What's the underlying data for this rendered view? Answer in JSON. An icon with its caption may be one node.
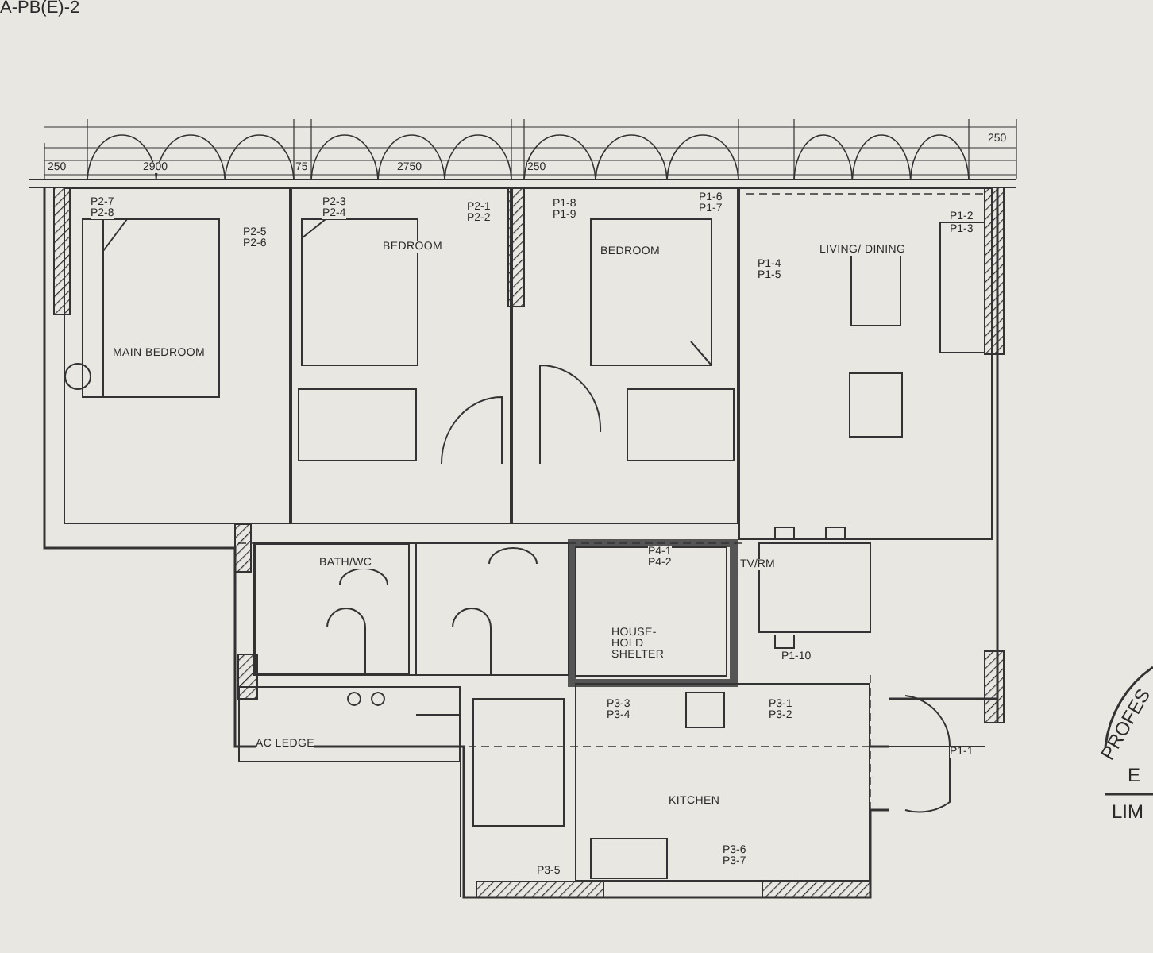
{
  "diagram": {
    "nodes": [
      {
        "text": [
          "MAIN BEDROOM"
        ]
      },
      {
        "text": [
          "BEDROOM"
        ]
      },
      {
        "text": [
          "BEDROOM"
        ]
      },
      {
        "text": [
          "LIVING/ DINING"
        ]
      },
      {
        "text": [
          "BATH/WC"
        ]
      },
      {
        "text": [
          "HOUSE- HOLD SHELTER"
        ]
      },
      {
        "text": [
          "AC LEDGE"
        ]
      },
      {
        "text": [
          "KITCHEN"
        ]
      }
    ],
    "labels": [
      "A-PB(E)-2",
      "250",
      "2900",
      "75",
      "2750",
      "250",
      "250",
      "P2-7",
      "P2-8",
      "P2-5",
      "P2-6",
      "P2-3",
      "P2-4",
      "P2-1",
      "P2-2",
      "P1-8",
      "P1-9",
      "P1-6",
      "P1-7",
      "P1-4",
      "P1-5",
      "P1-2",
      "P1-3",
      "P4-1",
      "P4-2",
      "TV/RM",
      "P1-10",
      "P3-3",
      "P3-4",
      "P3-1",
      "P3-2",
      "P1-1",
      "P3-5",
      "P3-6",
      "P3-7",
      "PROFES",
      "E",
      "LIM"
    ]
  }
}
